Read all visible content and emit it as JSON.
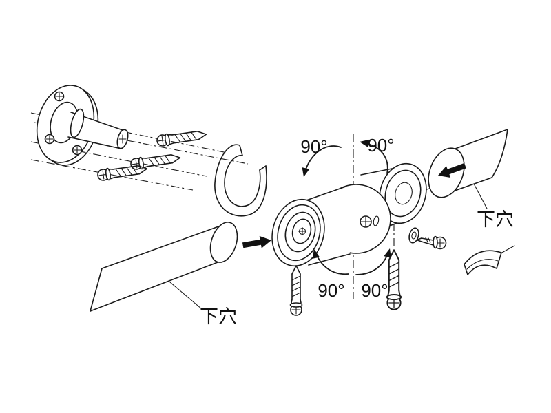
{
  "diagram": {
    "labels": {
      "angle_top_left": "90°",
      "angle_top_right": "90°",
      "angle_bottom_left": "90°",
      "angle_bottom_right": "90°",
      "pilot_hole_right": "下穴",
      "pilot_hole_bottom": "下穴"
    },
    "colors": {
      "line": "#1a1a1a",
      "arrow_fill": "#111111",
      "background": "#ffffff"
    }
  }
}
